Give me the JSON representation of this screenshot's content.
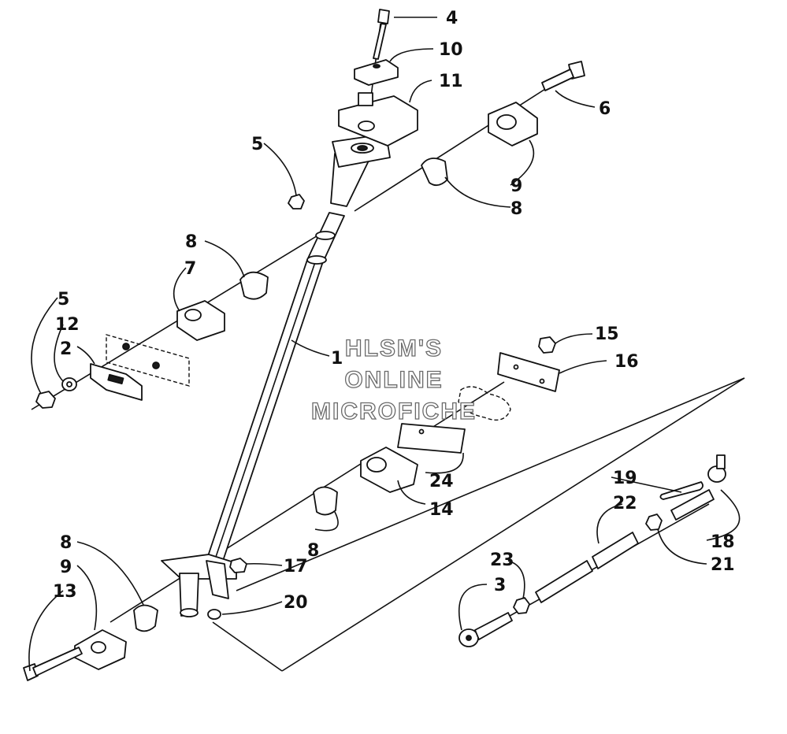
{
  "diagram": {
    "watermark": [
      "HLSM'S",
      "ONLINE",
      "MICROFICHE"
    ],
    "callouts": [
      {
        "id": "c4",
        "text": "4"
      },
      {
        "id": "c10",
        "text": "10"
      },
      {
        "id": "c11",
        "text": "11"
      },
      {
        "id": "c6",
        "text": "6"
      },
      {
        "id": "c5a",
        "text": "5"
      },
      {
        "id": "c9a",
        "text": "9"
      },
      {
        "id": "c8a",
        "text": "8"
      },
      {
        "id": "c8b",
        "text": "8"
      },
      {
        "id": "c7",
        "text": "7"
      },
      {
        "id": "c5b",
        "text": "5"
      },
      {
        "id": "c12",
        "text": "12"
      },
      {
        "id": "c2",
        "text": "2"
      },
      {
        "id": "c1",
        "text": "1"
      },
      {
        "id": "c15",
        "text": "15"
      },
      {
        "id": "c16",
        "text": "16"
      },
      {
        "id": "c24",
        "text": "24"
      },
      {
        "id": "c14",
        "text": "14"
      },
      {
        "id": "c19",
        "text": "19"
      },
      {
        "id": "c22",
        "text": "22"
      },
      {
        "id": "c8c",
        "text": "8"
      },
      {
        "id": "c18",
        "text": "18"
      },
      {
        "id": "c21",
        "text": "21"
      },
      {
        "id": "c17",
        "text": "17"
      },
      {
        "id": "c23",
        "text": "23"
      },
      {
        "id": "c20",
        "text": "20"
      },
      {
        "id": "c3",
        "text": "3"
      },
      {
        "id": "c8d",
        "text": "8"
      },
      {
        "id": "c9b",
        "text": "9"
      },
      {
        "id": "c13",
        "text": "13"
      }
    ]
  }
}
